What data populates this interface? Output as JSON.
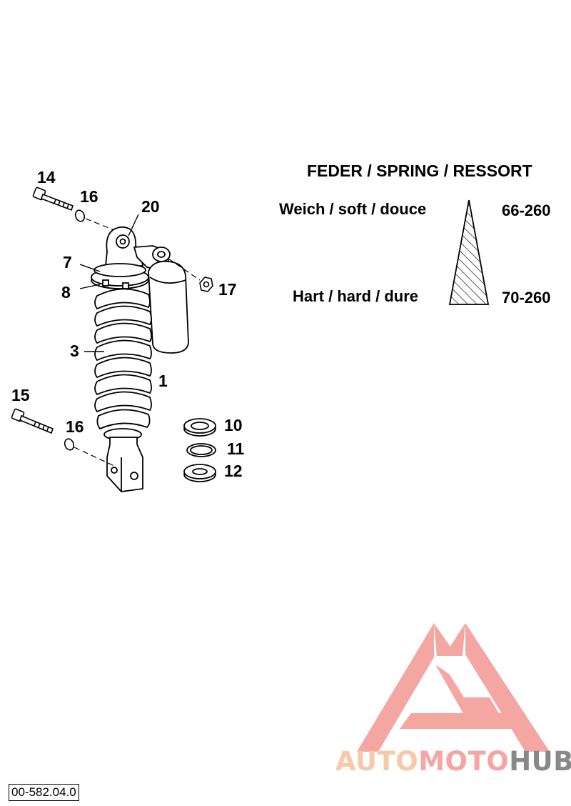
{
  "spring_table": {
    "title": "FEDER / SPRING / RESSORT",
    "rows": [
      {
        "label": "Weich / soft / douce",
        "value": "66-260"
      },
      {
        "label": "Hart / hard / dure",
        "value": "70-260"
      }
    ]
  },
  "callouts": {
    "c1": "1",
    "c3": "3",
    "c7": "7",
    "c8": "8",
    "c10": "10",
    "c11": "11",
    "c12": "12",
    "c14": "14",
    "c15": "15",
    "c16a": "16",
    "c16b": "16",
    "c17": "17",
    "c20": "20"
  },
  "watermark": {
    "part_a": "AUTO",
    "part_b": "MOTO",
    "part_c": "HUB",
    "colors": {
      "logo": "#f4a6a2",
      "auto": "#f7c9a8",
      "hub": "#888888"
    }
  },
  "reference_number": "00-582.04.0"
}
